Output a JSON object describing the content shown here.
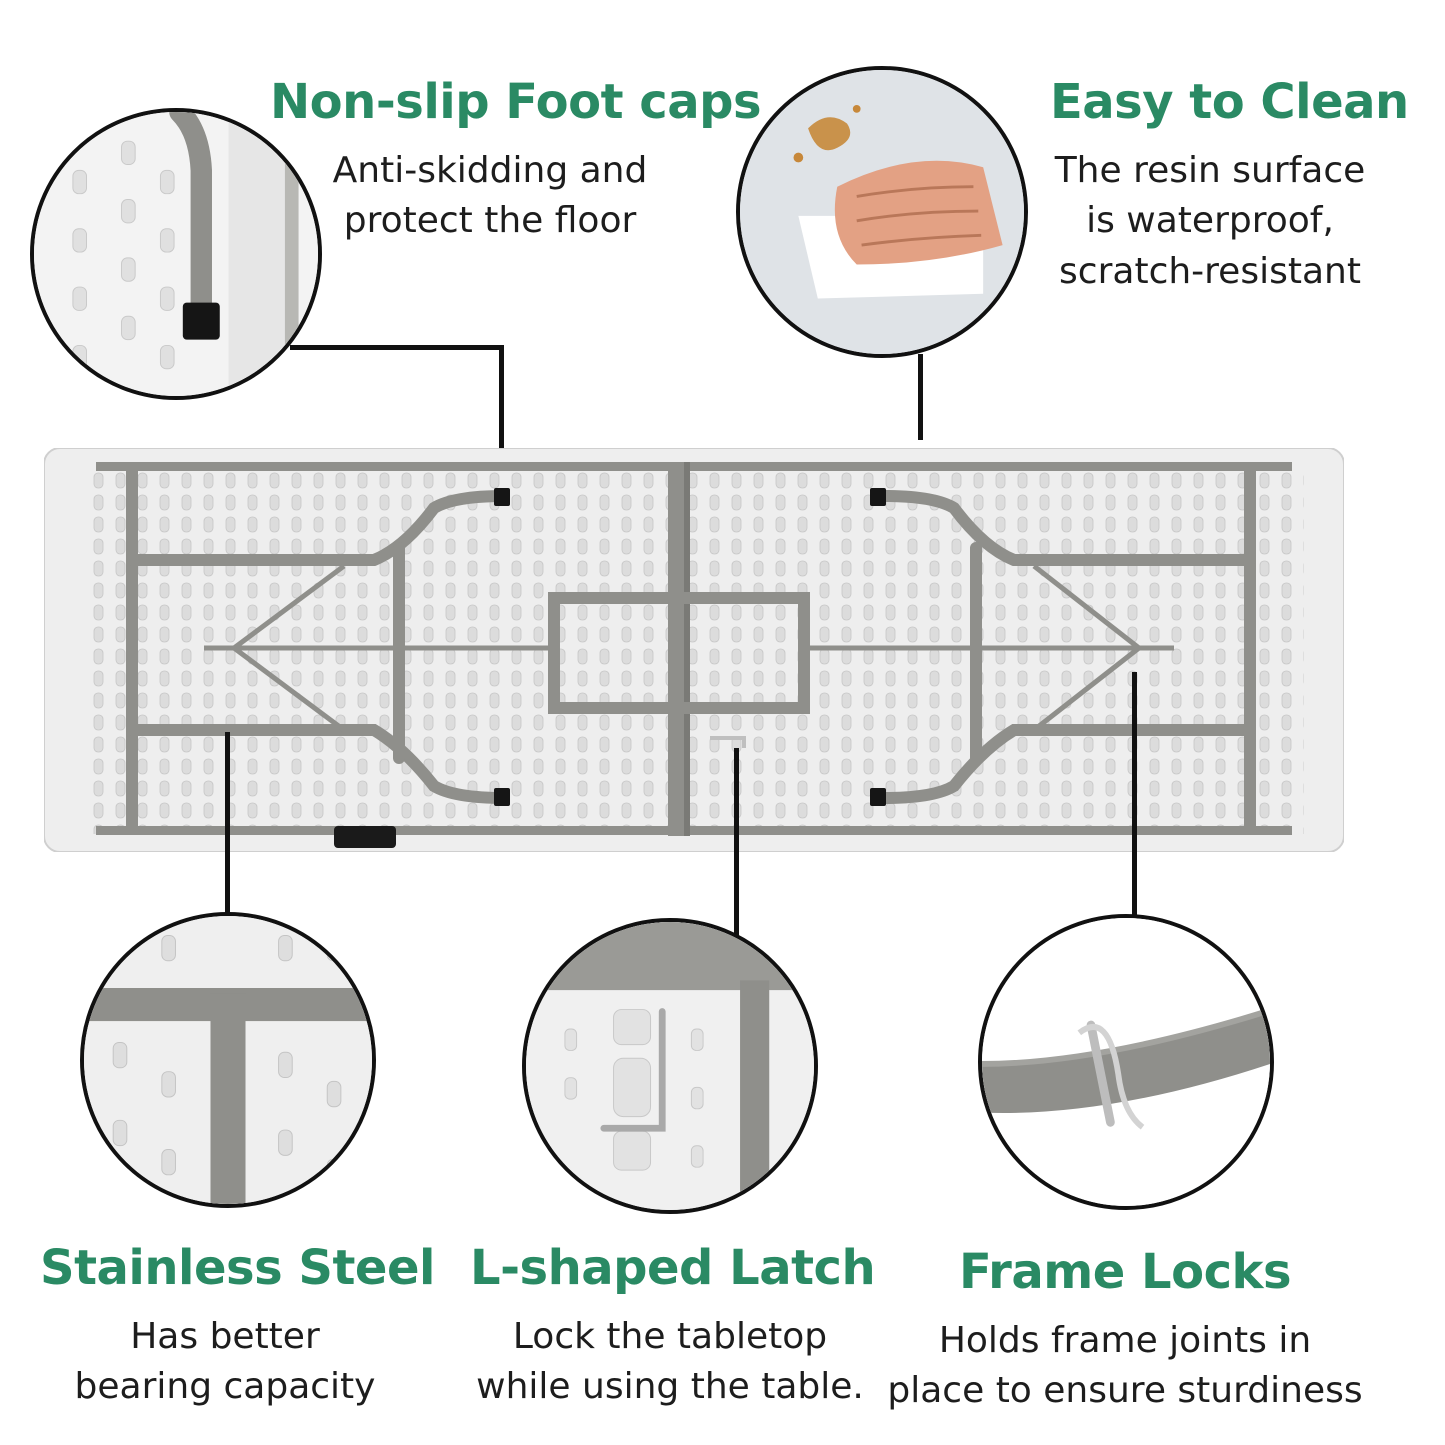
{
  "features": {
    "foot_caps": {
      "title": "Non-slip Foot caps",
      "desc_line1": "Anti-skidding and",
      "desc_line2": "protect the floor"
    },
    "easy_clean": {
      "title": "Easy to Clean",
      "desc_line1": "The resin surface",
      "desc_line2": "is waterproof,",
      "desc_line3": "scratch-resistant"
    },
    "stainless_steel": {
      "title": "Stainless Steel",
      "desc_line1": "Has better",
      "desc_line2": "bearing capacity"
    },
    "latch": {
      "title": "L-shaped Latch",
      "desc_line1": "Lock the tabletop",
      "desc_line2": "while using the table."
    },
    "frame_locks": {
      "title": "Frame Locks",
      "desc_line1": "Holds frame joints in",
      "desc_line2": "place  to ensure sturdiness"
    }
  },
  "colors": {
    "title_green": "#2a8a64",
    "text": "#1d1d1d",
    "frame_gray": "#8f8f8b",
    "tabletop": "#eeeeee",
    "leader": "#111111"
  }
}
